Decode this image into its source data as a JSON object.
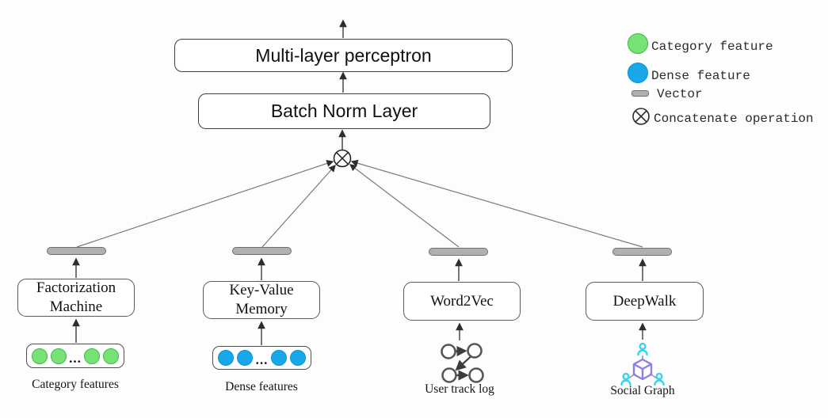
{
  "diagram": {
    "mlp_label": "Multi-layer perceptron",
    "batch_norm_label": "Batch Norm Layer",
    "concat_symbol": "concatenate-operation",
    "ellipsis": "...",
    "branches": [
      {
        "model": "Factorization Machine",
        "input_label": "Category features",
        "input_kind": "category-feature-circles"
      },
      {
        "model": "Key-Value Memory",
        "input_label": "Dense features",
        "input_kind": "dense-feature-circles"
      },
      {
        "model": "Word2Vec",
        "input_label": "User track log",
        "input_kind": "track-log-graph-icon"
      },
      {
        "model": "DeepWalk",
        "input_label": "Social Graph",
        "input_kind": "social-graph-icon"
      }
    ]
  },
  "legend": {
    "items": [
      {
        "label": "Category feature",
        "swatch": "category-circle"
      },
      {
        "label": "Dense feature",
        "swatch": "dense-circle"
      },
      {
        "label": "Vector",
        "swatch": "vector-bar"
      },
      {
        "label": "Concatenate operation",
        "swatch": "concat-symbol"
      }
    ]
  },
  "colors": {
    "category_green_fill": "#77e377",
    "category_green_border": "#3cbb3c",
    "dense_blue_fill": "#18a8e8",
    "dense_blue_border": "#0d92d6",
    "vector_gray_fill": "#b0b0b0",
    "vector_gray_border": "#6f6f6f",
    "social_cube_purple": "#8f7fe3",
    "social_person_cyan": "#35d4f2",
    "wire_gray": "#7a7a7a",
    "wire_dark": "#2e2e2e"
  }
}
